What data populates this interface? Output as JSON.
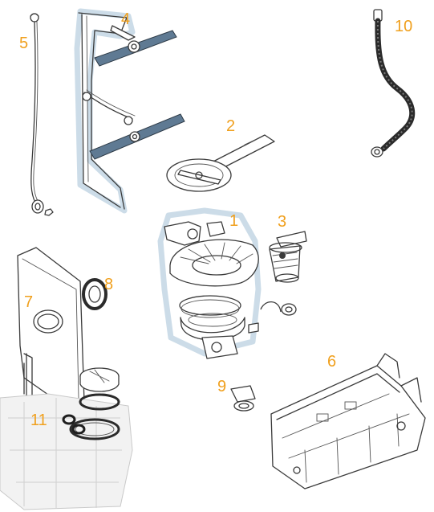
{
  "part_labels": {
    "p1": "1",
    "p2": "2",
    "p3": "3",
    "p4": "4",
    "p5": "5",
    "p6": "6",
    "p7": "7",
    "p8": "8",
    "p9": "9",
    "p10": "10",
    "p11": "11"
  },
  "colors": {
    "label": "#f0a01e",
    "outline": "#3a3a3a",
    "highlight_halo": "#c7d8e6",
    "spray_arm_fill": "#5f7a93",
    "faded_part": "#d0d0d0"
  },
  "icons": {
    "supply-hose": "drain-hose-icon",
    "water-pipe": "water-pipe-icon",
    "spray-arm-assembly": "spray-arm-icon"
  }
}
